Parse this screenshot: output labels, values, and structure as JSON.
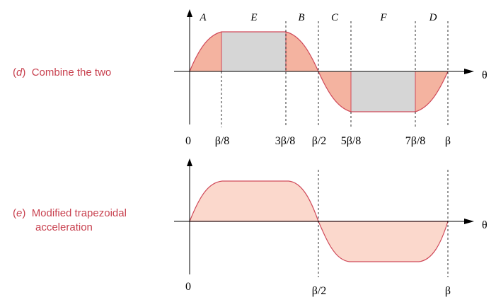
{
  "colors": {
    "caption": "#c8414f",
    "curve": "#d04a5a",
    "sine_fill": "#f4b3a0",
    "const_fill": "#d6d6d6",
    "mod_fill": "#fbd8cc",
    "axis": "#000000"
  },
  "panel_d": {
    "caption": {
      "open": "(",
      "letter": "d",
      "close": ")",
      "text": "Combine the two"
    },
    "axis_label": "θ",
    "segments": [
      "A",
      "E",
      "B",
      "C",
      "F",
      "D"
    ],
    "ticks": [
      "0",
      "β/8",
      "3β/8",
      "β/2",
      "5β/8",
      "7β/8",
      "β"
    ]
  },
  "panel_e": {
    "caption": {
      "open": "(",
      "letter": "e",
      "close": ")",
      "text_line1": "Modified trapezoidal",
      "text_line2": "acceleration"
    },
    "axis_label": "θ",
    "ticks": [
      "0",
      "β/2",
      "β"
    ]
  }
}
